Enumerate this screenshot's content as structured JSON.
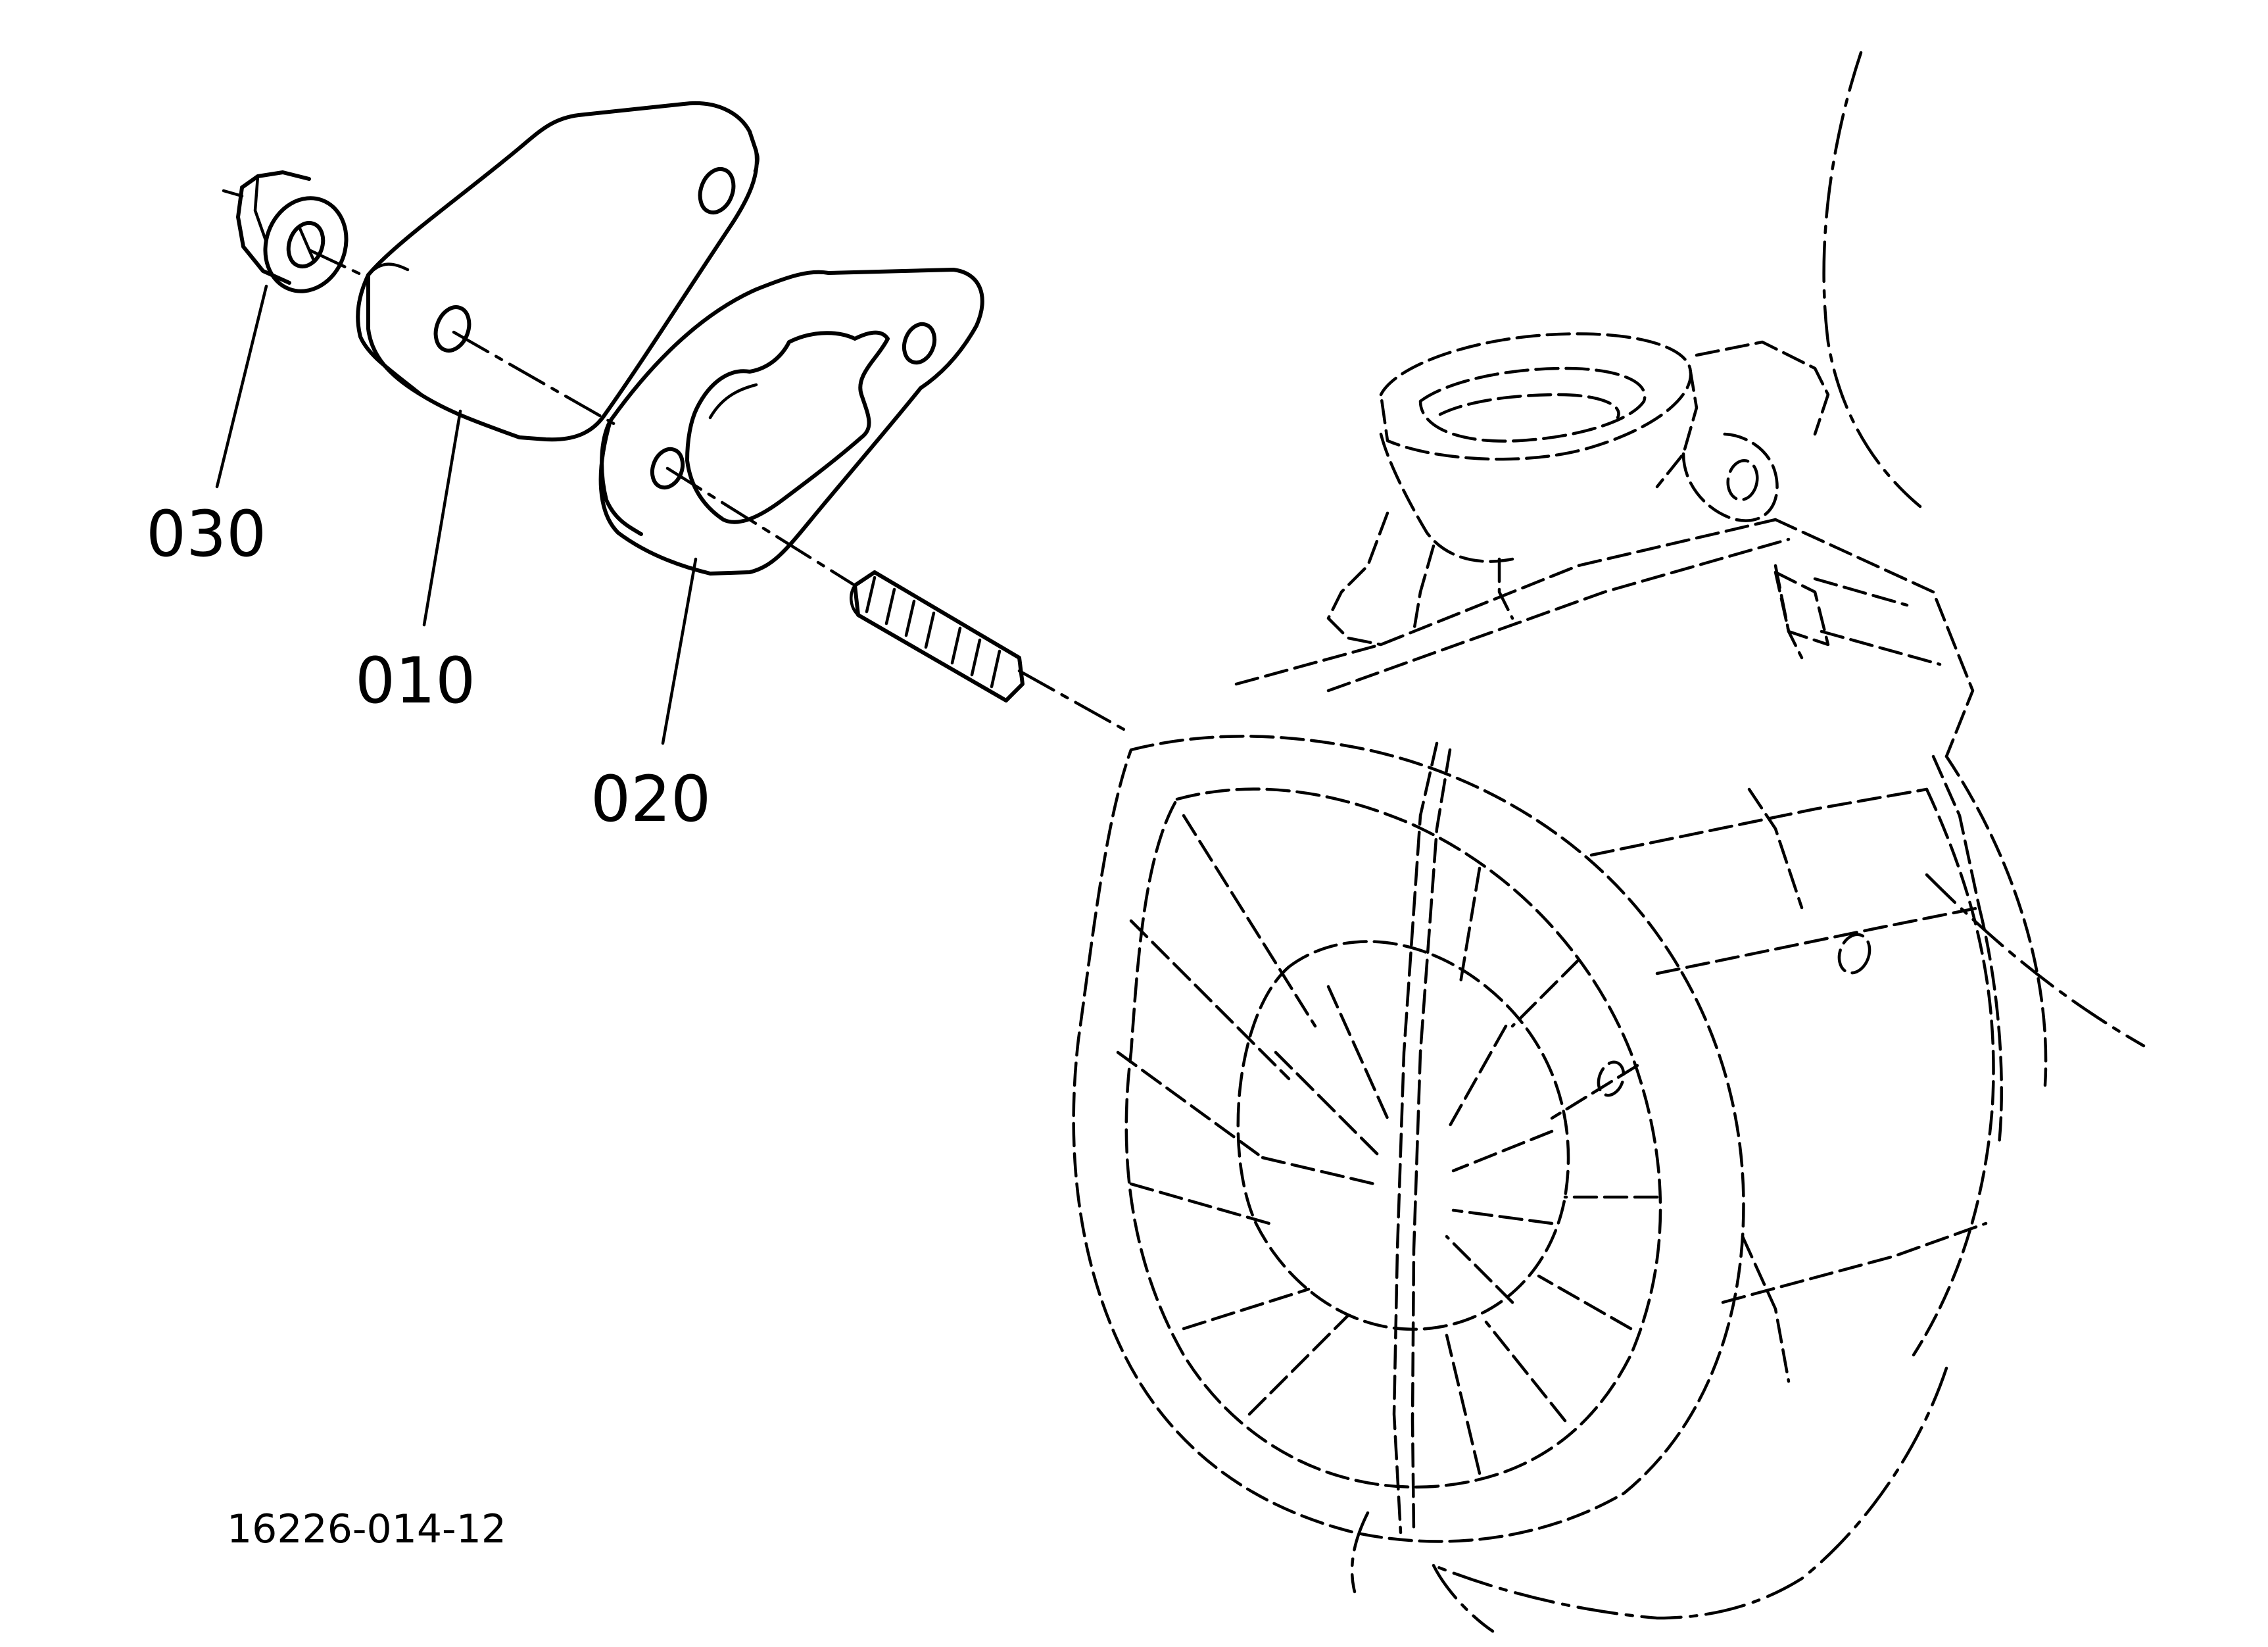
{
  "callouts": {
    "c030": "030",
    "c010": "010",
    "c020": "020"
  },
  "figure_code": "16226-014-12",
  "colors": {
    "line": "#000000",
    "background": "#ffffff"
  }
}
